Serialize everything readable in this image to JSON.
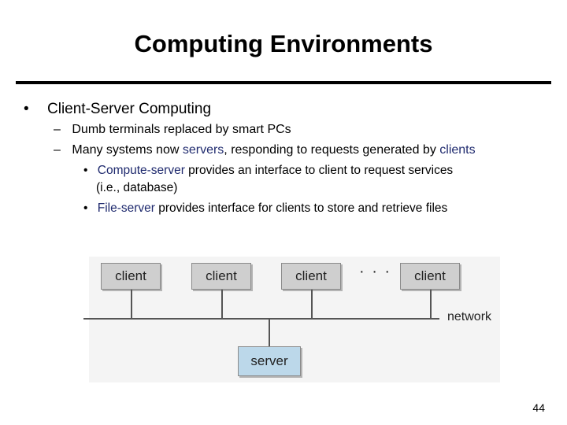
{
  "slide": {
    "title": "Computing Environments",
    "page_number": "44"
  },
  "bullets": {
    "main": {
      "marker": "•",
      "text": "Client-Server Computing"
    },
    "sub1": {
      "marker": "–",
      "text": "Dumb terminals replaced by smart PCs"
    },
    "sub2": {
      "marker": "–",
      "part1": "Many systems now ",
      "highlight1": "servers",
      "part2": ", responding to requests generated by ",
      "highlight2": "clients"
    },
    "sub2a": {
      "marker": "•",
      "highlight": "Compute-server",
      "text": " provides an interface to client to request services",
      "continuation": "(i.e., database)"
    },
    "sub2b": {
      "marker": "•",
      "highlight": "File-server",
      "text": " provides interface for clients to store and retrieve files"
    }
  },
  "diagram": {
    "clients": [
      "client",
      "client",
      "client",
      "client"
    ],
    "ellipsis": "· · ·",
    "network_label": "network",
    "server_label": "server"
  },
  "colors": {
    "highlight": "#1f2a6e",
    "client_box": "#cfcfcf",
    "server_box": "#bcd8ea"
  }
}
